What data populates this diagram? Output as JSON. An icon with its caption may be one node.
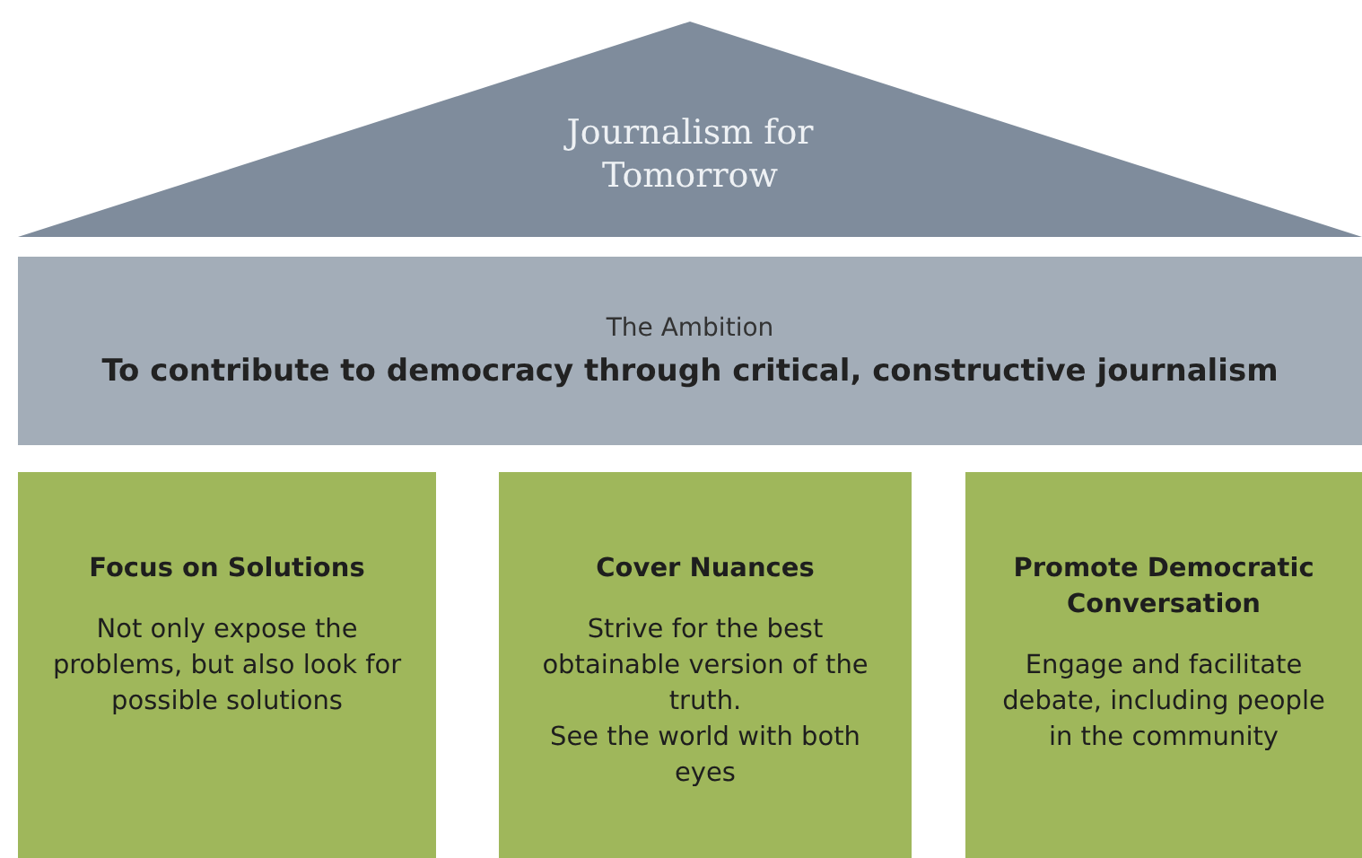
{
  "diagram": {
    "nodes": [
      {
        "text": [
          "Journalism for Tomorrow"
        ]
      },
      {
        "text": [
          "The Ambition",
          "To contribute to democracy through critical, constructive journalism"
        ]
      },
      {
        "text": [
          "Focus on Solutions",
          "Not only expose the problems, but also look for possible solutions"
        ]
      },
      {
        "text": [
          "Cover Nuances",
          "Strive for the best obtainable version of the truth.",
          "See the world with both eyes"
        ]
      },
      {
        "text": [
          "Promote Democratic Conversation",
          "Engage and facilitate debate, including people in the community"
        ]
      }
    ]
  }
}
